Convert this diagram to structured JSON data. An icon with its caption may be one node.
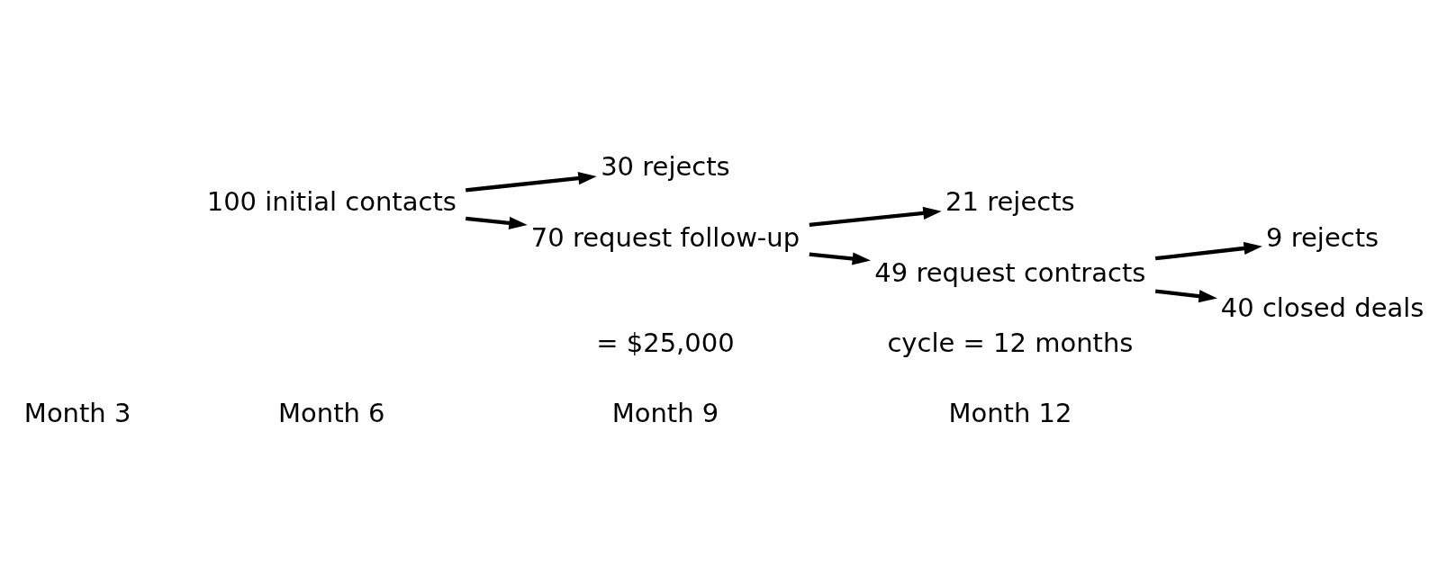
{
  "diagram": {
    "nodes": [
      {
        "text": [
          "100 initial contacts"
        ]
      },
      {
        "text": [
          "30 rejects"
        ]
      },
      {
        "text": [
          "70 request follow-up"
        ]
      },
      {
        "text": [
          "21 rejects"
        ]
      },
      {
        "text": [
          "49 request contracts"
        ]
      },
      {
        "text": [
          "9 rejects"
        ]
      },
      {
        "text": [
          "40 closed deals"
        ]
      }
    ],
    "edges": [
      {
        "from": 0,
        "to": 1,
        "arrow": "to"
      },
      {
        "from": 0,
        "to": 2,
        "arrow": "to"
      },
      {
        "from": 2,
        "to": 3,
        "arrow": "to"
      },
      {
        "from": 2,
        "to": 4,
        "arrow": "to"
      },
      {
        "from": 4,
        "to": 5,
        "arrow": "to"
      },
      {
        "from": 4,
        "to": 6,
        "arrow": "to"
      }
    ],
    "labels": [
      "Month 3",
      "Month 6",
      "Month 9",
      "Month 12",
      "= $25,000",
      "cycle = 12 months"
    ]
  }
}
